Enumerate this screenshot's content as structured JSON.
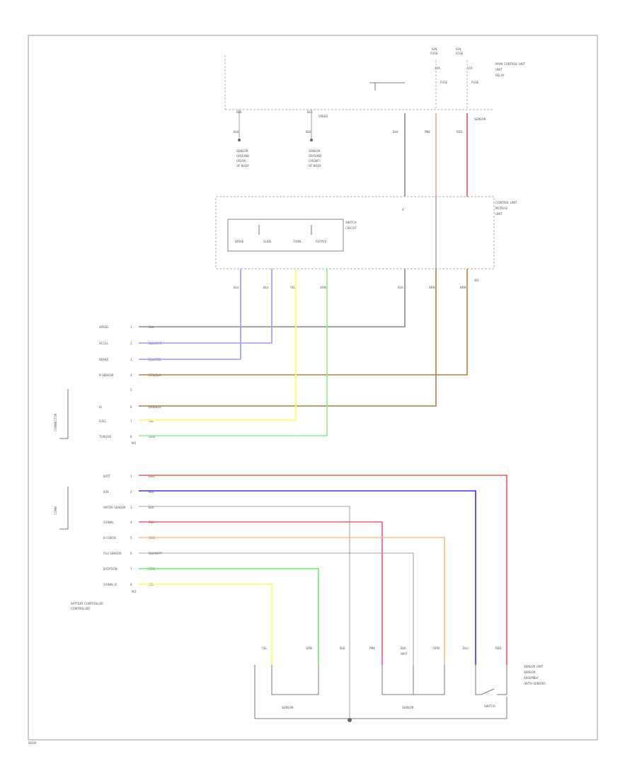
{
  "diagram": {
    "upper_left_labels": [
      "SPEED",
      "ACCEL",
      "BRAKE",
      "B-SENSOR",
      "",
      "IG",
      "FUEL",
      "TORQUE"
    ],
    "upper_wire_labels": [
      "BLK",
      "BLU/WHT",
      "BLU/RED",
      "BRN/BLK",
      "",
      "BRN/BLK",
      "YEL",
      "GRN"
    ],
    "lower_left_labels": [
      "BATT",
      "IGN",
      "WATER SENSOR",
      "SIGNAL",
      "B-CHECK",
      "FILL SENSOR",
      "B-OPTION",
      "SIGNAL B"
    ],
    "lower_wire_labels": [
      "RED",
      "BLU",
      "BLK",
      "PNK",
      "ORN",
      "BLK/WHT",
      "GRN",
      "YEL"
    ],
    "bottom_wire_labels": [
      "YEL",
      "GRN",
      "BLK",
      "PNK",
      "BLK",
      "ORN",
      "BLU",
      "RED"
    ],
    "top_wire_labels": [
      "BLK",
      "BLK",
      "BLK",
      "PNK",
      "RED"
    ],
    "mid_wire_labels": [
      "BLU",
      "BLU",
      "YEL",
      "GRN",
      "BLK",
      "BRN",
      "BRN"
    ],
    "component_labels": {
      "top_right": "MAIN CONTROL UNIT",
      "side_right": "CONTROL UNIT",
      "switch_box": "SWITCH",
      "bottom_left": "BATTERY CONTROLLER",
      "bottom_right": "SENSOR UNIT",
      "sensor_1": "SENSOR",
      "sensor_2": "SENSOR",
      "switch_bottom": "SWITCH",
      "corner_tag": "W200"
    }
  }
}
